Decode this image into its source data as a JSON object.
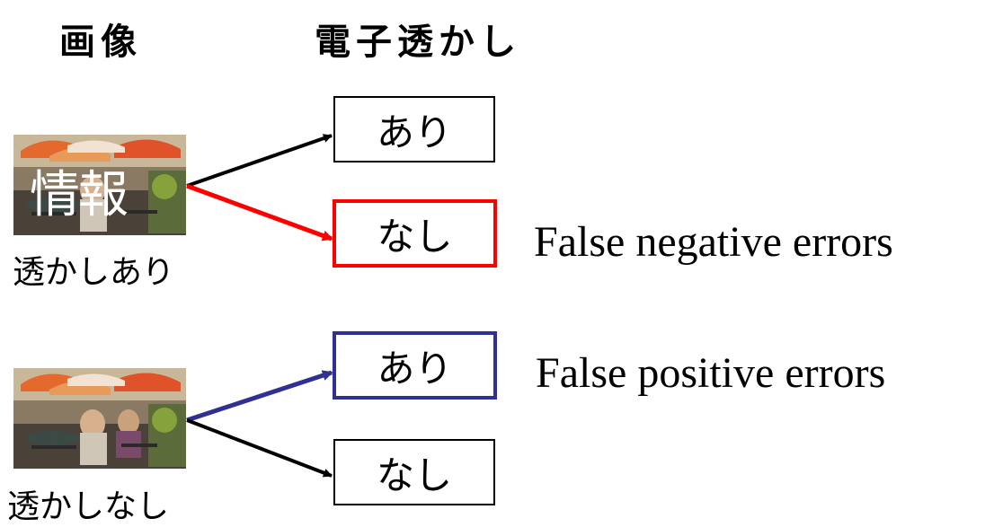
{
  "header": {
    "image_label": "画像",
    "watermark_label": "電子透かし"
  },
  "images": [
    {
      "caption": "透かしあり",
      "overlay_text": "情報"
    },
    {
      "caption": "透かしなし"
    }
  ],
  "boxes": [
    {
      "label": "あり"
    },
    {
      "label": "なし"
    },
    {
      "label": "あり"
    },
    {
      "label": "なし"
    }
  ],
  "errors": {
    "false_negative": "False negative errors",
    "false_positive": "False positive errors"
  },
  "colors": {
    "red": "#ff0000",
    "blue": "#2e3192",
    "black": "#000000"
  }
}
